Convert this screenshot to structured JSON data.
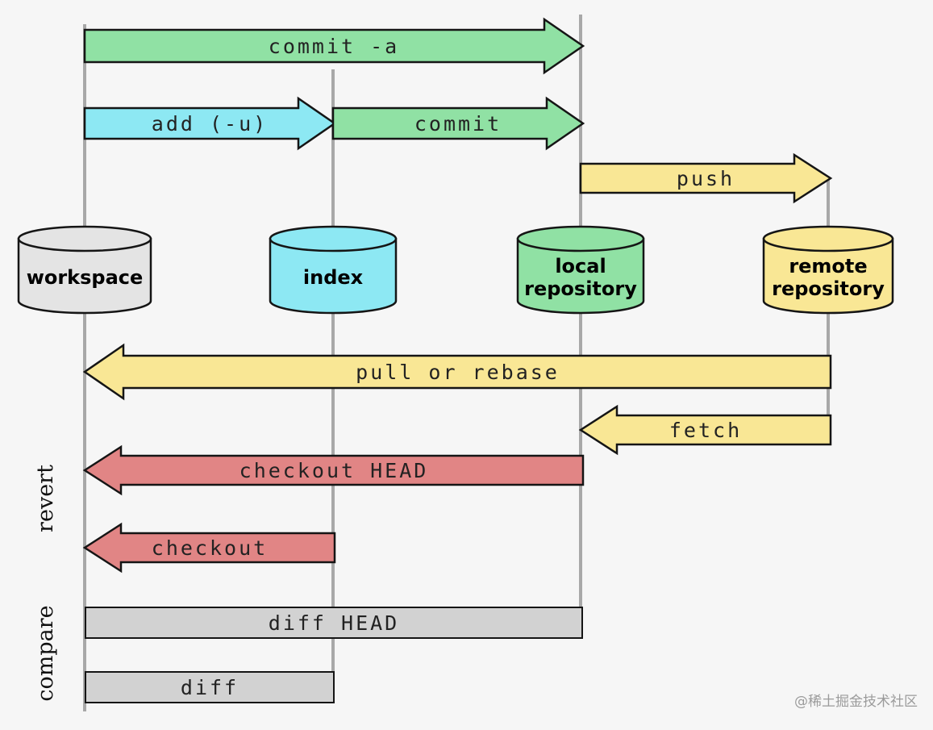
{
  "diagram": {
    "arrows": {
      "commit_a": "commit -a",
      "add_u": "add (-u)",
      "commit": "commit",
      "push": "push",
      "pull_or_rebase": "pull or rebase",
      "fetch": "fetch",
      "checkout_head": "checkout HEAD",
      "checkout": "checkout",
      "diff_head": "diff HEAD",
      "diff": "diff"
    },
    "nodes": {
      "workspace": "workspace",
      "index": "index",
      "local_repository": "local repository",
      "remote_repository": "remote repository"
    },
    "side_labels": {
      "revert": "revert",
      "compare": "compare"
    },
    "watermark": "@稀土掘金技术社区",
    "colors": {
      "green": "#90e1a4",
      "cyan": "#8de8f3",
      "yellow": "#f9e795",
      "red": "#e18585",
      "gray_box": "#d2d2d2",
      "workspace_fill": "#e4e4e4",
      "line": "#a8a8a8"
    }
  }
}
